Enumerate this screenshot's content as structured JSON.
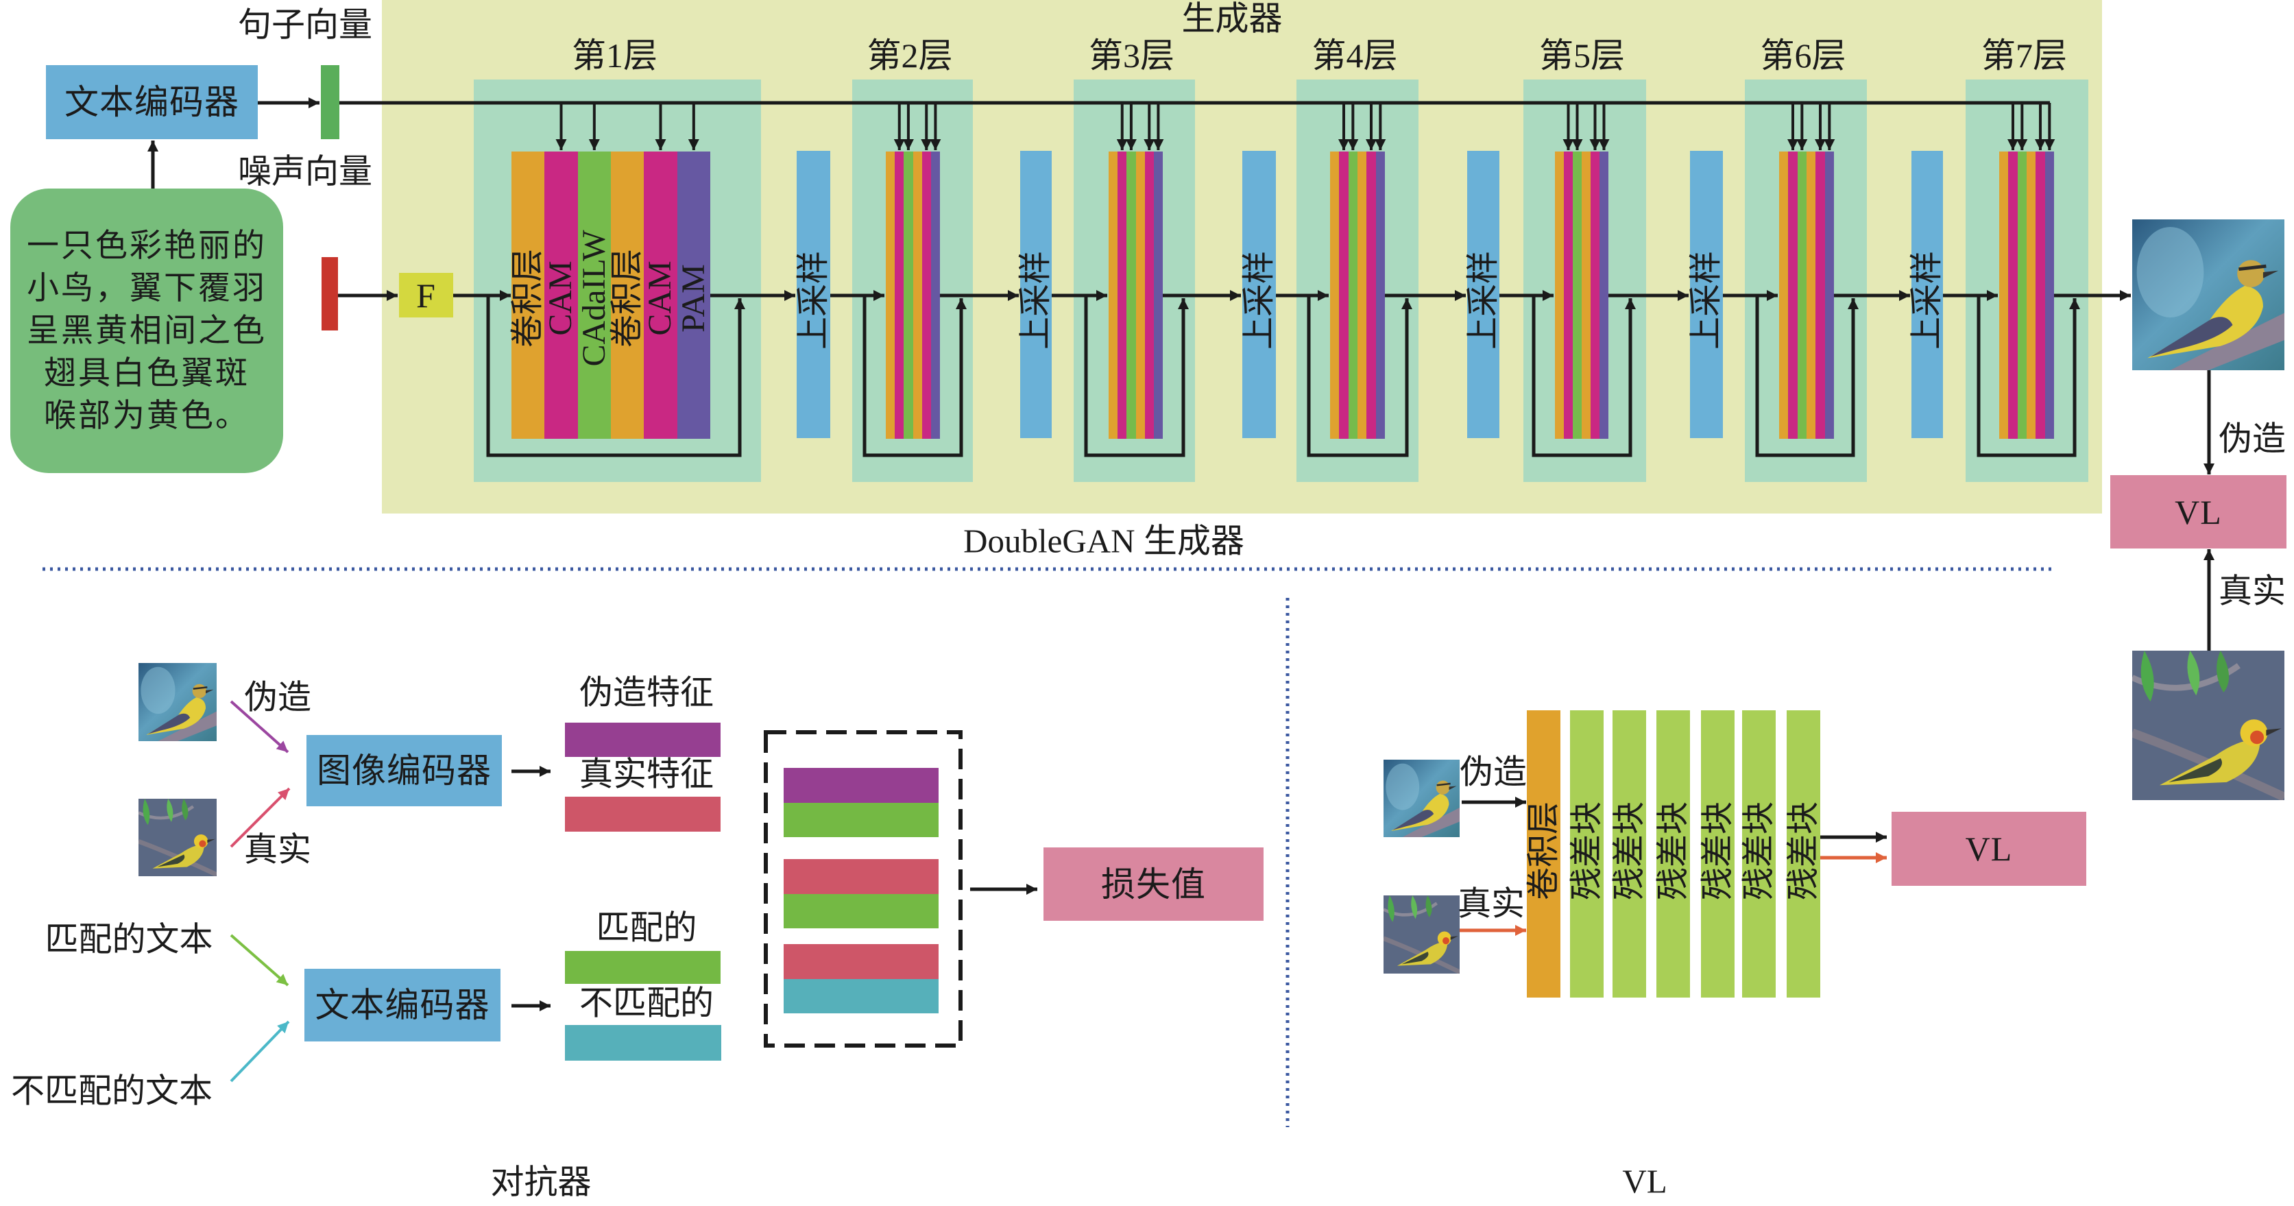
{
  "generator": {
    "title": "生成器",
    "caption": "DoubleGAN 生成器",
    "sentence_vector_label": "句子向量",
    "noise_vector_label": "噪声向量",
    "text_encoder_label": "文本编码器",
    "input_text_lines": [
      "一只色彩艳丽的",
      "小鸟，翼下覆羽",
      "呈黑黄相间之色",
      "翅具白色翼斑",
      "喉部为黄色。"
    ],
    "f_block_label": "F",
    "layers": [
      {
        "label": "第1层"
      },
      {
        "label": "第2层"
      },
      {
        "label": "第3层"
      },
      {
        "label": "第4层"
      },
      {
        "label": "第5层"
      },
      {
        "label": "第6层"
      },
      {
        "label": "第7层"
      }
    ],
    "layer1_blocks": [
      "卷积层",
      "CAM",
      "CAdaILW",
      "卷积层",
      "CAM",
      "PAM"
    ],
    "upsample_blocks": [
      "上采样",
      "上采样",
      "上采样",
      "上采样",
      "上采样",
      "上采样"
    ],
    "output": {
      "fake_label": "伪造",
      "vl_label": "VL",
      "real_label": "真实"
    }
  },
  "discriminator": {
    "caption": "对抗器",
    "fake_label": "伪造",
    "real_label": "真实",
    "image_encoder_label": "图像编码器",
    "text_encoder_label": "文本编码器",
    "matched_text_label": "匹配的文本",
    "mismatched_text_label": "不匹配的文本",
    "fake_feature_label": "伪造特征",
    "real_feature_label": "真实特征",
    "matched_label": "匹配的",
    "mismatched_label": "不匹配的",
    "feature_pairs": [
      {
        "top": "fake_feature",
        "bottom": "matched"
      },
      {
        "top": "real_feature",
        "bottom": "matched"
      },
      {
        "top": "real_feature",
        "bottom": "mismatched"
      }
    ],
    "loss_label": "损失值"
  },
  "vl_module": {
    "caption": "VL",
    "fake_label": "伪造",
    "real_label": "真实",
    "conv_label": "卷积层",
    "residual_blocks": [
      "残差块",
      "残差块",
      "残差块",
      "残差块",
      "残差块",
      "残差块"
    ],
    "output_label": "VL"
  },
  "colors": {
    "generator_panel": "#e5e9b6",
    "layer_block": "#abdac0",
    "encoder_box": "#6aafd6",
    "text_input_box": "#77bd7b",
    "sentence_vector": "#5aae5a",
    "noise_vector": "#c8352c",
    "f_block": "#d4d83f",
    "upsample": "#6ab1d7",
    "vl_box": "#d9879f",
    "stripes": [
      "#dfa22f",
      "#c92883",
      "#76bb4c",
      "#dfa22f",
      "#c92883",
      "#6658a2"
    ],
    "fake_feature": "#963f91",
    "real_feature": "#ce5668",
    "matched": "#74b944",
    "mismatched": "#56b0ba",
    "conv": "#e0a22d",
    "residual": "#a9cf56",
    "divider": "#3b58a0",
    "arrow_fake": "#9b46a0",
    "arrow_real": "#d9506e",
    "arrow_matched": "#7cc043",
    "arrow_mismatched": "#4bb8c8",
    "arrow_real_vl": "#e0623a"
  }
}
